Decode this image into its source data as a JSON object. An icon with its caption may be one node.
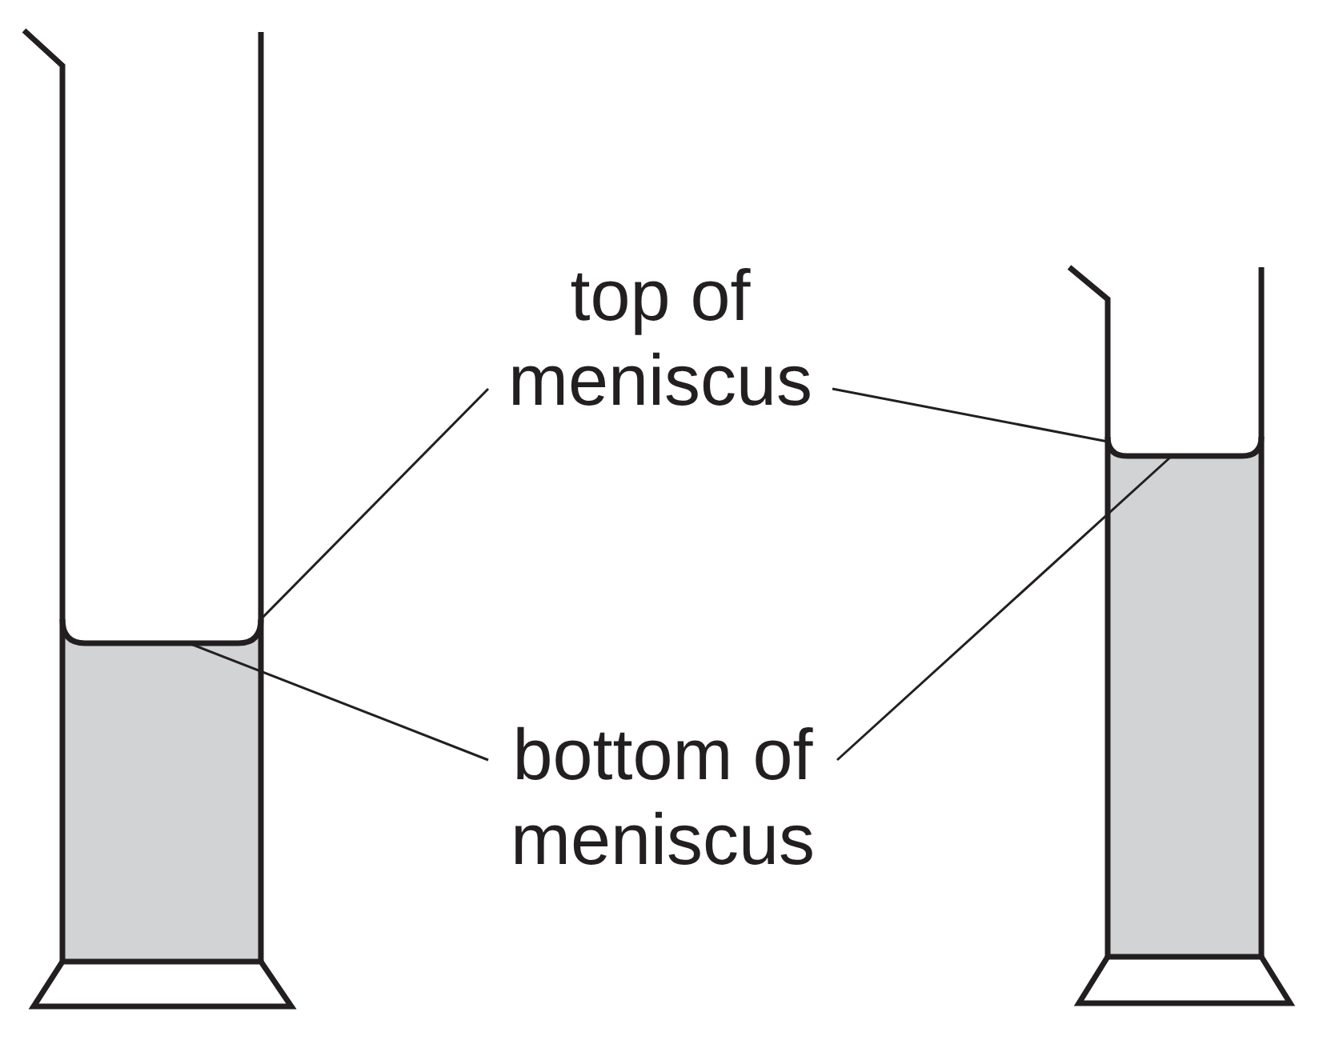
{
  "diagram": {
    "nodes": [
      {
        "text": [
          "top of meniscus"
        ]
      },
      {
        "text": [
          "bottom of meniscus"
        ]
      }
    ],
    "edges": [
      {
        "from": 0,
        "to": null,
        "arrow": "none"
      },
      {
        "from": 0,
        "to": null,
        "arrow": "none"
      },
      {
        "from": 1,
        "to": null,
        "arrow": "none"
      },
      {
        "from": 1,
        "to": null,
        "arrow": "none"
      }
    ]
  }
}
